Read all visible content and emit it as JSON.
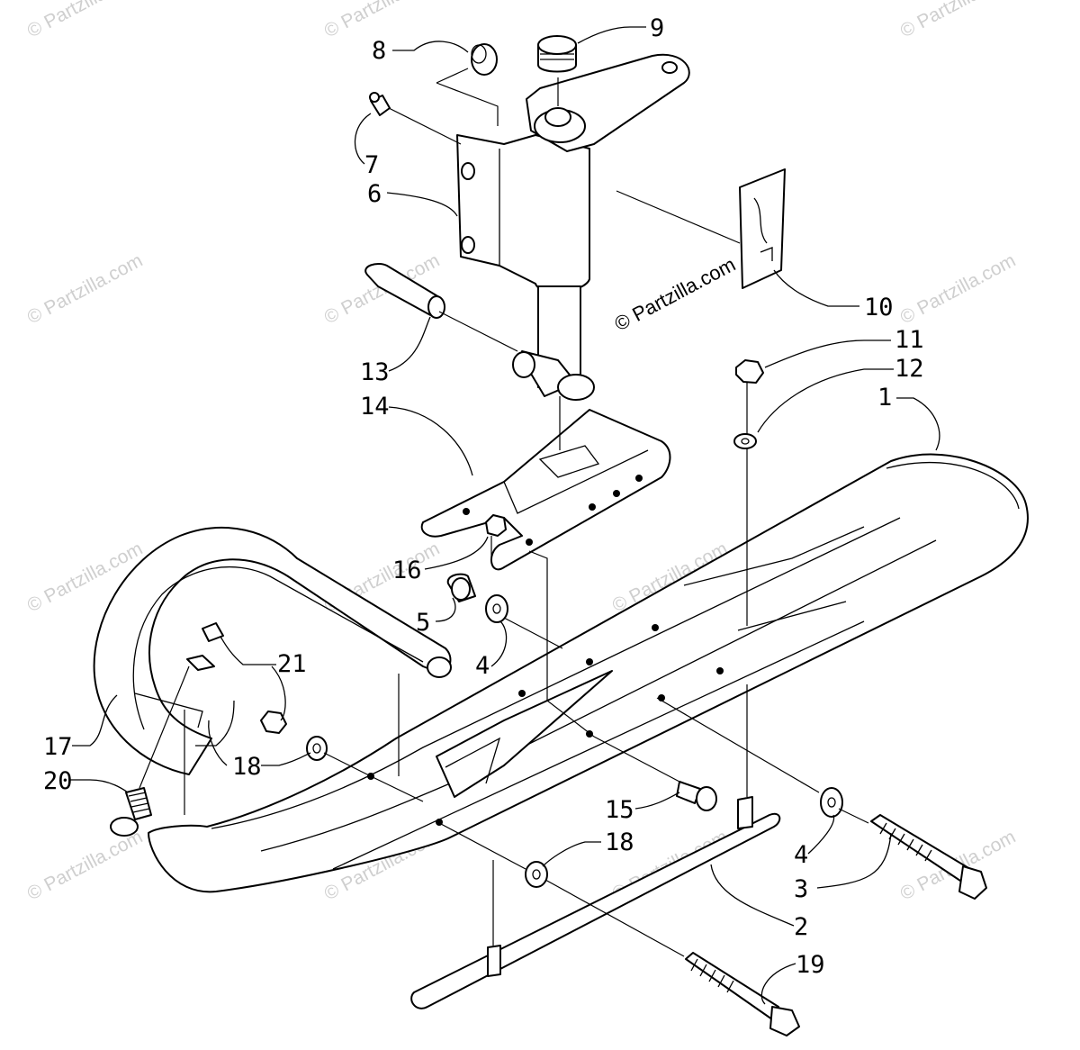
{
  "diagram": {
    "watermark": "© Partzilla.com",
    "center_watermark": "© Partzilla.com",
    "callouts": [
      {
        "id": "c8",
        "label": "8"
      },
      {
        "id": "c9",
        "label": "9"
      },
      {
        "id": "c7",
        "label": "7"
      },
      {
        "id": "c6",
        "label": "6"
      },
      {
        "id": "c10",
        "label": "10"
      },
      {
        "id": "c11",
        "label": "11"
      },
      {
        "id": "c12",
        "label": "12"
      },
      {
        "id": "c1",
        "label": "1"
      },
      {
        "id": "c13",
        "label": "13"
      },
      {
        "id": "c14",
        "label": "14"
      },
      {
        "id": "c16",
        "label": "16"
      },
      {
        "id": "c5",
        "label": "5"
      },
      {
        "id": "c4a",
        "label": "4"
      },
      {
        "id": "c21",
        "label": "21"
      },
      {
        "id": "c17",
        "label": "17"
      },
      {
        "id": "c18a",
        "label": "18"
      },
      {
        "id": "c20",
        "label": "20"
      },
      {
        "id": "c15",
        "label": "15"
      },
      {
        "id": "c18b",
        "label": "18"
      },
      {
        "id": "c4b",
        "label": "4"
      },
      {
        "id": "c3",
        "label": "3"
      },
      {
        "id": "c2",
        "label": "2"
      },
      {
        "id": "c19",
        "label": "19"
      }
    ]
  }
}
